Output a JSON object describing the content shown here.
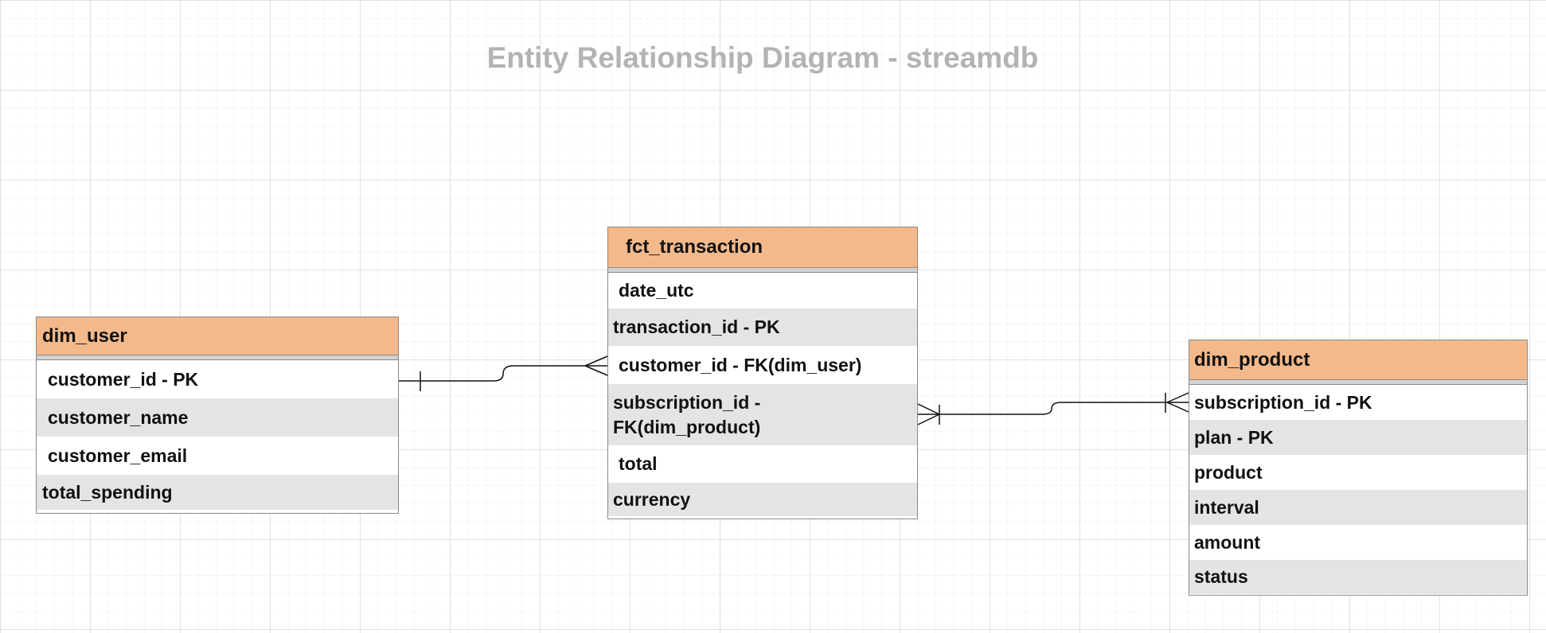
{
  "diagram": {
    "title": "Entity Relationship Diagram - streamdb"
  },
  "entities": {
    "dim_user": {
      "name": "dim_user",
      "fields": [
        "customer_id - PK",
        "customer_name",
        "customer_email",
        "total_spending"
      ]
    },
    "fct_transaction": {
      "name": "fct_transaction",
      "fields": [
        "date_utc",
        "transaction_id - PK",
        "customer_id - FK(dim_user)",
        "subscription_id - FK(dim_product)",
        "total",
        "currency"
      ]
    },
    "dim_product": {
      "name": "dim_product",
      "fields": [
        "subscription_id - PK",
        "plan - PK",
        "product",
        "interval",
        "amount",
        "status"
      ]
    }
  },
  "relationships": [
    {
      "from": "dim_user",
      "to": "fct_transaction",
      "from_cardinality": "one",
      "to_cardinality": "many"
    },
    {
      "from": "fct_transaction",
      "to": "dim_product",
      "from_cardinality": "one-or-many",
      "to_cardinality": "one-or-many"
    }
  ],
  "colors": {
    "entity_header": "#f4b98b",
    "alternate_row": "#e4e4e4",
    "title": "#b3b3b3",
    "border": "#8a8a8a"
  }
}
